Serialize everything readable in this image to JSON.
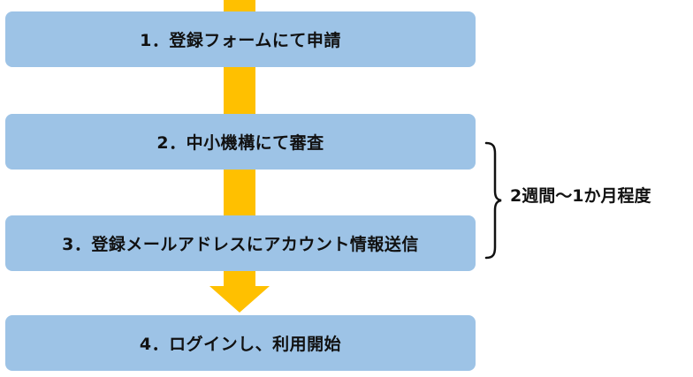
{
  "steps": [
    {
      "label": "1．登録フォームにて申請"
    },
    {
      "label": "2．中小機構にて審査"
    },
    {
      "label": "3．登録メールアドレスにアカウント情報送信"
    },
    {
      "label": "4．ログインし、利用開始"
    }
  ],
  "duration_label": "2週間〜1か月程度",
  "colors": {
    "step_fill": "#9DC3E6",
    "arrow": "#FFC000",
    "text": "#111111",
    "brace": "#111111"
  },
  "icons": {
    "flow_arrow": "down-arrow-icon",
    "brace": "right-curly-brace"
  }
}
